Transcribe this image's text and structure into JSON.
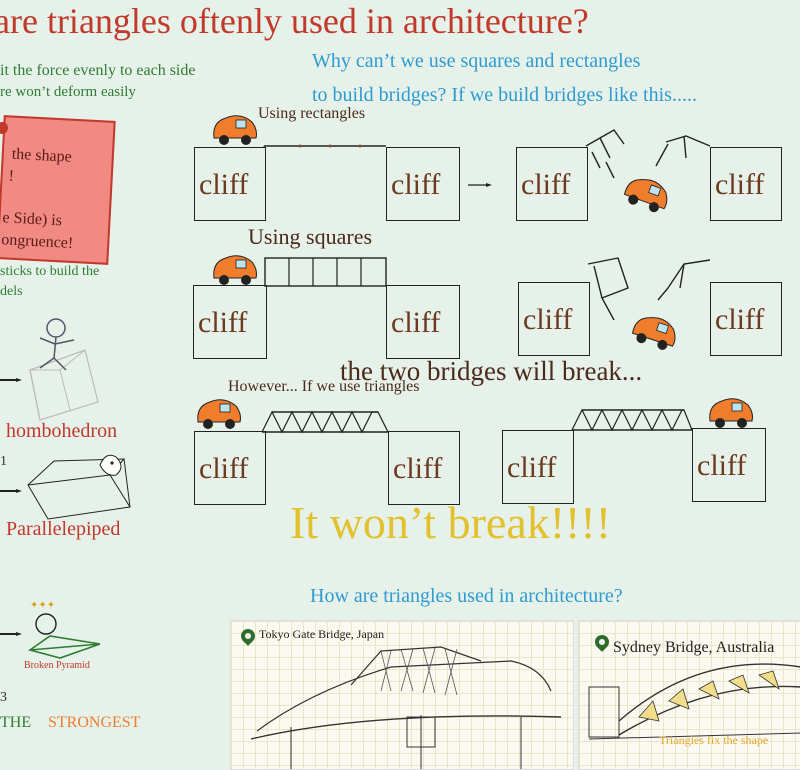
{
  "title": "are triangles oftenly used in architecture?",
  "left": {
    "line1": "it the force evenly to each side",
    "line2": "re won’t deform easily",
    "note": [
      "the shape",
      "!",
      "e Side) is",
      "ongruence!"
    ],
    "sticks": [
      "sticks to build the",
      "dels"
    ],
    "rhombohedron": "hombohedron",
    "parallelepiped": "Parallelepiped",
    "broken_pyramid": "Broken Pyramid",
    "num1": "1",
    "num3": "3",
    "the": "THE",
    "strongest": "STRONGEST"
  },
  "question": {
    "line1": "Why can’t we use squares and rectangles",
    "line2": "to build bridges? If we build bridges like this....."
  },
  "labels": {
    "rectangles": "Using rectangles",
    "squares": "Using squares",
    "break": "the two bridges will break...",
    "however": "However... If we use triangles",
    "wont_break": "It won’t break!!!!",
    "how": "How are triangles used in architecture?"
  },
  "cliff": "cliff",
  "cards": {
    "tokyo": "Tokyo Gate Bridge, Japan",
    "sydney": "Sydney Bridge, Australia",
    "fix": "Triangles fix the shape"
  },
  "colors": {
    "title": "#c0392b",
    "green": "#2e7d32",
    "blue": "#2e9bd1",
    "gold": "#e3c12e",
    "car": "#f07d2c"
  }
}
